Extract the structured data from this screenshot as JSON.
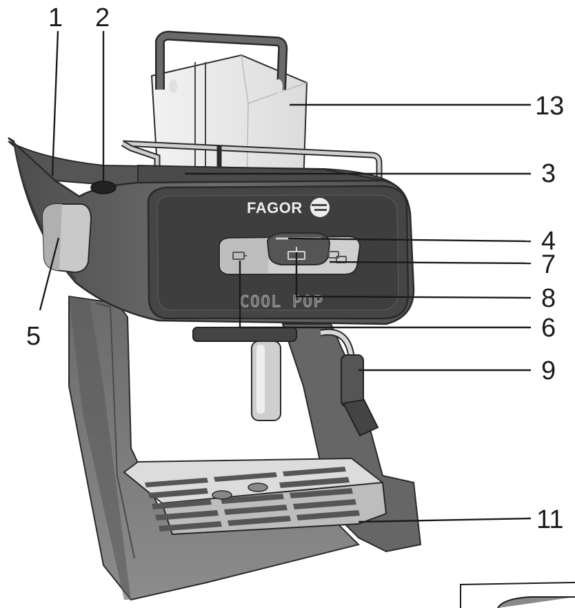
{
  "brand": {
    "logo_text": "FAGOR",
    "model_text": "COOL POP"
  },
  "labels": {
    "n1": "1",
    "n2": "2",
    "n3": "3",
    "n4": "4",
    "n5": "5",
    "n6": "6",
    "n7": "7",
    "n8": "8",
    "n9": "9",
    "n11": "11",
    "n13": "13"
  },
  "colors": {
    "body_dark": "#5b5b5b",
    "body_mid": "#7a7a7a",
    "panel_dark": "#3f3f3f",
    "light_grey": "#c9c9c9",
    "tank": "#ececec"
  }
}
